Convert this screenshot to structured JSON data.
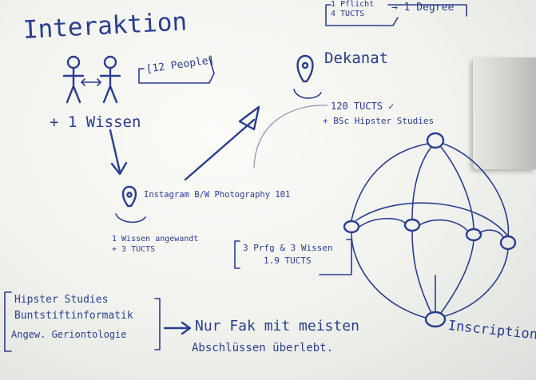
{
  "heading": "Interaktion",
  "people_note": "[12 People]",
  "wissen_note": "+ 1 Wissen",
  "instagram_label": "Instagram B/W Photography 101",
  "instagram_info": [
    "1 Wissen angewandt",
    "+ 3 TUCTS"
  ],
  "dekanat": "Dekanat",
  "dekanat_info": [
    "120 TUCTS ✓",
    "+ BSc Hipster Studies"
  ],
  "top_note": [
    "1 Pflicht",
    "4 TUCTS"
  ],
  "top_degree": "→ 1 Degree",
  "prereq_note": [
    "3 Prfg & 3 Wissen",
    "1.9 TUCTS"
  ],
  "hipster_list": [
    "Hipster Studies",
    "Buntstiftinformatik",
    "Angew. Geriontologie"
  ],
  "arrow_text": [
    "Nur Fak mit meisten",
    "Abschlüssen überlebt."
  ],
  "inscription": "Inscription"
}
